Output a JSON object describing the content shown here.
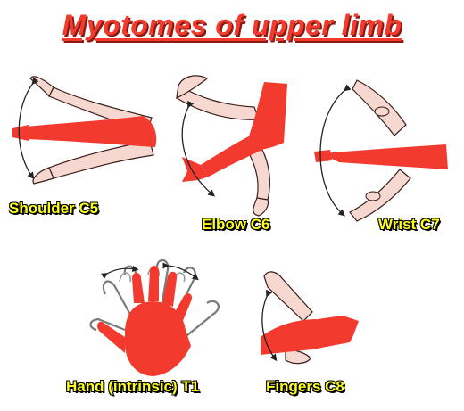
{
  "title": "Myotomes of upper limb",
  "labels": {
    "shoulder": "Shoulder C5",
    "elbow": "Elbow C6",
    "wrist": "Wrist C7",
    "hand": "Hand (intrinsic) T1",
    "fingers": "Fingers C8"
  },
  "colors": {
    "highlight": "#f23a2e",
    "skin": "#f6d8d0",
    "outline": "#3a1e1a",
    "label": "#ffff1a",
    "title": "#f33a2d"
  }
}
